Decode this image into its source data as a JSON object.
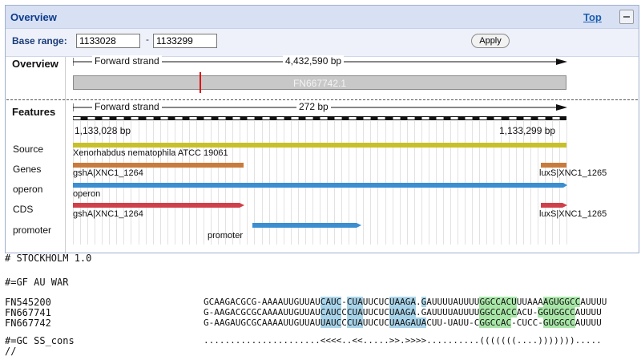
{
  "panel": {
    "title": "Overview",
    "top_link": "Top",
    "base_range_label": "Base range:",
    "range_start": "1133028",
    "range_end": "1133299",
    "range_dash": "-",
    "apply_label": "Apply"
  },
  "overview": {
    "label": "Overview",
    "strand": "Forward strand",
    "length": "4,432,590 bp",
    "contig": "FN667742.1"
  },
  "features": {
    "label": "Features",
    "strand": "Forward strand",
    "length": "272 bp",
    "start_coord": "1,133,028 bp",
    "end_coord": "1,133,299 bp",
    "tracks": {
      "source": {
        "label": "Source",
        "feature": "Xenorhabdus nematophila ATCC 19061"
      },
      "genes": {
        "label": "Genes",
        "left": "gshA|XNC1_1264",
        "right": "luxS|XNC1_1265"
      },
      "operon": {
        "label": "operon",
        "feature": "operon"
      },
      "cds": {
        "label": "CDS",
        "left": "gshA|XNC1_1264",
        "right": "luxS|XNC1_1265"
      },
      "promoter": {
        "label": "promoter",
        "feature": "promoter"
      }
    }
  },
  "colors": {
    "source": "#c8c02a",
    "genes": "#c87b3c",
    "operon": "#3b8ed0",
    "cds": "#d0404a",
    "promoter": "#3b8ed0",
    "highlight_blue": "#a8d4ea",
    "highlight_green": "#a8e6a8"
  },
  "stockholm": {
    "header": "# STOCKHOLM 1.0",
    "gf": "#=GF AU WAR",
    "rows": [
      {
        "name": "FN545200",
        "segments": [
          {
            "t": "GCAAGACGCG-AAAAUUGUUAU",
            "c": ""
          },
          {
            "t": "CAUC",
            "c": "b"
          },
          {
            "t": "-",
            "c": ""
          },
          {
            "t": "CUA",
            "c": "b"
          },
          {
            "t": "UUCUC",
            "c": ""
          },
          {
            "t": "UAAGA",
            "c": "b"
          },
          {
            "t": ".",
            "c": ""
          },
          {
            "t": "G",
            "c": "b"
          },
          {
            "t": "AUUUUAUUUU",
            "c": ""
          },
          {
            "t": "GGCCACU",
            "c": "g"
          },
          {
            "t": "UUAAA",
            "c": ""
          },
          {
            "t": "AGUGGCC",
            "c": "g"
          },
          {
            "t": "AUUUU",
            "c": ""
          }
        ]
      },
      {
        "name": "FN667741",
        "segments": [
          {
            "t": "G-AAGACGCGCAAAAUUGUUAU",
            "c": ""
          },
          {
            "t": "CAUC",
            "c": "b"
          },
          {
            "t": "C",
            "c": ""
          },
          {
            "t": "CUA",
            "c": "b"
          },
          {
            "t": "UUCUC",
            "c": ""
          },
          {
            "t": "UAAGA",
            "c": "b"
          },
          {
            "t": ".GAUUUUAUUUU",
            "c": ""
          },
          {
            "t": "GGCCACC",
            "c": "g"
          },
          {
            "t": "ACU-",
            "c": ""
          },
          {
            "t": "GGUGGCC",
            "c": "g"
          },
          {
            "t": "AUUUU",
            "c": ""
          }
        ]
      },
      {
        "name": "FN667742",
        "segments": [
          {
            "t": "G-AAGAUGCGCAAAAUUGUUAU",
            "c": ""
          },
          {
            "t": "UAUC",
            "c": "b"
          },
          {
            "t": "C",
            "c": ""
          },
          {
            "t": "CUA",
            "c": "b"
          },
          {
            "t": "UUCUC",
            "c": ""
          },
          {
            "t": "UAAGAUA",
            "c": "b"
          },
          {
            "t": "CUU-UAUU-C",
            "c": ""
          },
          {
            "t": "GGCCAC",
            "c": "g"
          },
          {
            "t": "-CUCC-",
            "c": ""
          },
          {
            "t": "GUGGCC",
            "c": "g"
          },
          {
            "t": "AUUUU",
            "c": ""
          }
        ]
      }
    ],
    "ss_name": "#=GC SS_cons",
    "ss_cons": "......................<<<<..<<.....>>.>>>>..........(((((((....))))))).....",
    "terminator": "//"
  }
}
